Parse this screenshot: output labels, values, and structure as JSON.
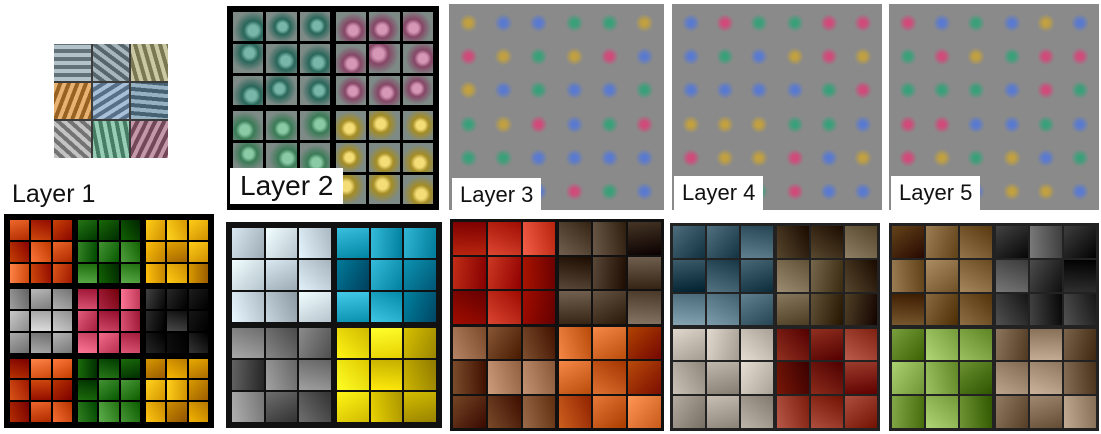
{
  "layers": [
    {
      "id": "layer-1",
      "label": "Layer 1"
    },
    {
      "id": "layer-2",
      "label": "Layer 2"
    },
    {
      "id": "layer-3",
      "label": "Layer 3"
    },
    {
      "id": "layer-4",
      "label": "Layer 4"
    },
    {
      "id": "layer-5",
      "label": "Layer 5"
    }
  ],
  "colors": {
    "page_background": "#ffffff",
    "gray_filter_background": "#8a8a8a",
    "dark_grid_lines": "#000000",
    "layer1_filters": [
      "#8a9aa0",
      "#7f8d95",
      "#a2a07a",
      "#c08a4a",
      "#8097b0",
      "#6e8a9a",
      "#9b9b9b",
      "#6fa58c",
      "#9b7080"
    ],
    "layer2_filters": [
      "#3d7a6e",
      "#9a5a7a",
      "#4e8f6a",
      "#b8a13a"
    ],
    "layer1_patches": [
      "#e05a1e",
      "#3a8a2a",
      "#f3b400",
      "#b8b8b8",
      "#d34b6b",
      "#222222"
    ],
    "layer2_patches": [
      "#c8d6e0",
      "#1fa6c4",
      "#8e8e8e",
      "#f6e000"
    ],
    "layer3_patches": [
      "#c9351f",
      "#6b5a4a",
      "#a07050",
      "#d86a2a"
    ],
    "layer4_patches": [
      "#5a7a8a",
      "#7a6a50",
      "#c9c1b6",
      "#a04030"
    ],
    "layer5_patches": [
      "#8a6a40",
      "#5a5a5a",
      "#8ab050",
      "#a08870"
    ]
  }
}
